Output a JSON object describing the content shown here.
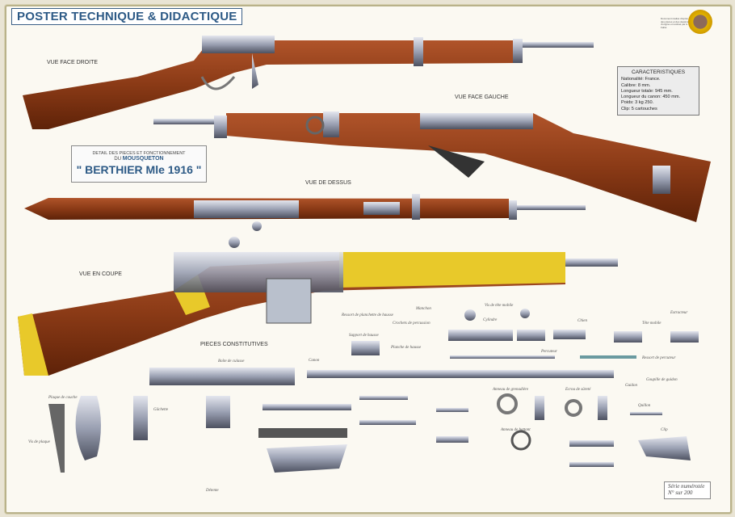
{
  "title": "POSTER TECHNIQUE & DIDACTIQUE",
  "views": {
    "right": "VUE FACE DROITE",
    "left": "VUE FACE GAUCHE",
    "top": "VUE DE DESSUS",
    "section": "VUE EN COUPE",
    "parts": "PIECES CONSTITUTIVES"
  },
  "detail_box": {
    "line1": "DETAIL DES PIECES ET FONCTIONNEMENT",
    "line2_prefix": "DU",
    "line2_name": "MOUSQUETON",
    "model": "\" BERTHIER Mle 1916 \""
  },
  "characteristics": {
    "heading": "CARACTERISTIQUES",
    "rows": [
      "Nationalité:  France.",
      "Calibre:  8 mm.",
      "Longueur totale:  945 mm.",
      "Longueur du canon:  450 mm.",
      "Poids:  3 kg 250.",
      "Clip:  5 cartouches"
    ]
  },
  "logo_caption": "Document réalisé d'après des pièces et des dessins d'origine et restitué par A. Fallot",
  "serie": {
    "line1": "Série numérotée",
    "line2": "N°    sur 200"
  },
  "part_labels": [
    "Manchon",
    "Vis de tête mobile",
    "Cylindre",
    "Chien",
    "Tête mobile",
    "Extracteur",
    "Percuteur",
    "Ressort de percuteur",
    "Guidon",
    "Goupille de guidon",
    "Support de hausse",
    "Planche de hausse",
    "Crochets de percussion",
    "Ressort de planchette de hausse",
    "Canon",
    "Boîte de culasse",
    "Plaque de couche",
    "Vis de plaque",
    "Détente",
    "Clip",
    "Quillon",
    "Anneau de grenadière",
    "Anneau de battant",
    "Ecrou de sûreté",
    "Gâchette"
  ],
  "colors": {
    "title_blue": "#2d5a86",
    "wood": "#8a3a16",
    "metal": "#9aa0b2",
    "section_yellow": "#e8c92a"
  }
}
